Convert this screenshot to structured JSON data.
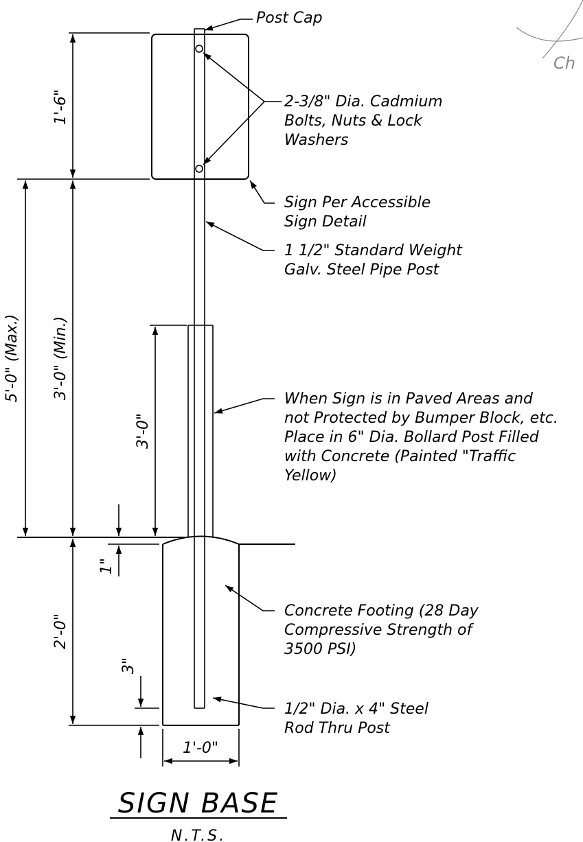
{
  "callouts": {
    "post_cap": "Post Cap",
    "bolts_1": "2-3/8\" Dia. Cadmium",
    "bolts_2": "Bolts, Nuts & Lock",
    "bolts_3": "Washers",
    "sign_1": "Sign Per Accessible",
    "sign_2": "Sign Detail",
    "pipe_1": "1 1/2\" Standard Weight",
    "pipe_2": "Galv. Steel Pipe Post",
    "bollard_1": "When Sign is in Paved Areas and",
    "bollard_2": "not Protected by Bumper Block, etc.",
    "bollard_3": "Place in 6\" Dia. Bollard Post Filled",
    "bollard_4": "with Concrete (Painted \"Traffic",
    "bollard_5": "Yellow)",
    "footing_1": "Concrete Footing (28 Day",
    "footing_2": "Compressive Strength of",
    "footing_3": "3500 PSI)",
    "rod_1": "1/2\" Dia. x 4\" Steel",
    "rod_2": "Rod Thru Post"
  },
  "dimensions": {
    "sign_height": "1'-6\"",
    "max_height": "5'-0\" (Max.)",
    "min_height": "3'-0\" (Min.)",
    "bollard_height": "3'-0\"",
    "crown": "1\"",
    "footing_depth": "2'-0\"",
    "rod_offset": "3\"",
    "footing_width": "1'-0\""
  },
  "title": {
    "main": "SIGN BASE",
    "sub": "N.T.S."
  },
  "corner_mark": "Ch"
}
